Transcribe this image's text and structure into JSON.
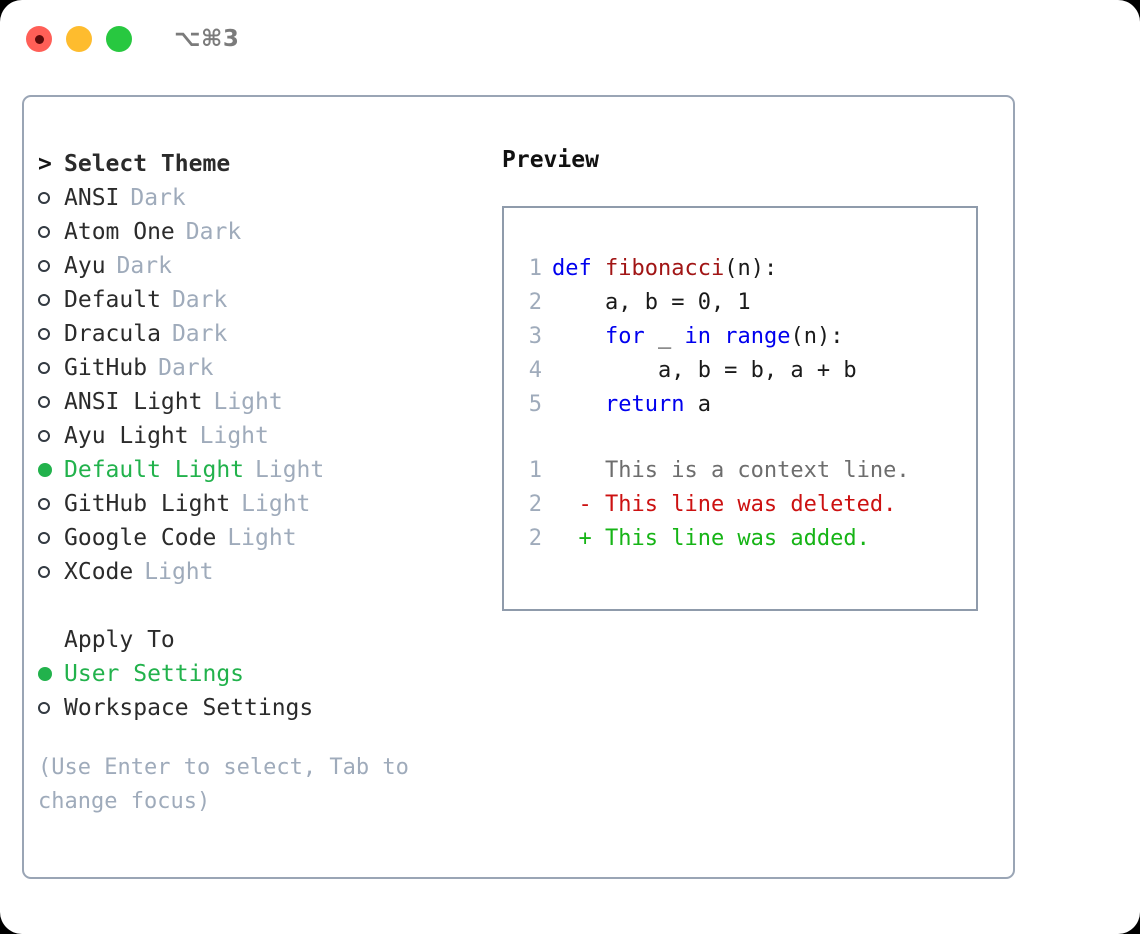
{
  "titlebar": {
    "title": "⌥⌘3",
    "buttons": [
      {
        "name": "close",
        "color": "#ff5f57"
      },
      {
        "name": "minimize",
        "color": "#febc2e"
      },
      {
        "name": "maximize",
        "color": "#28c840"
      }
    ]
  },
  "theme_picker": {
    "header": "Select Theme",
    "caret": ">",
    "items": [
      {
        "label": "ANSI",
        "badge": "Dark",
        "selected": false
      },
      {
        "label": "Atom One",
        "badge": "Dark",
        "selected": false
      },
      {
        "label": "Ayu",
        "badge": "Dark",
        "selected": false
      },
      {
        "label": "Default",
        "badge": "Dark",
        "selected": false
      },
      {
        "label": "Dracula",
        "badge": "Dark",
        "selected": false
      },
      {
        "label": "GitHub",
        "badge": "Dark",
        "selected": false
      },
      {
        "label": "ANSI Light",
        "badge": "Light",
        "selected": false
      },
      {
        "label": "Ayu Light",
        "badge": "Light",
        "selected": false
      },
      {
        "label": "Default Light",
        "badge": "Light",
        "selected": true
      },
      {
        "label": "GitHub Light",
        "badge": "Light",
        "selected": false
      },
      {
        "label": "Google Code",
        "badge": "Light",
        "selected": false
      },
      {
        "label": "XCode",
        "badge": "Light",
        "selected": false
      }
    ]
  },
  "apply_to": {
    "header": "Apply To",
    "items": [
      {
        "label": "User Settings",
        "selected": true
      },
      {
        "label": "Workspace Settings",
        "selected": false
      }
    ]
  },
  "hint": "(Use Enter to select, Tab to change focus)",
  "preview": {
    "title": "Preview",
    "code_lines": [
      {
        "num": "1",
        "tokens": [
          {
            "t": "def ",
            "k": "kw"
          },
          {
            "t": "fibonacci",
            "k": "fn"
          },
          {
            "t": "(n):",
            "k": "pl"
          }
        ]
      },
      {
        "num": "2",
        "tokens": [
          {
            "t": "    a, b = 0, 1",
            "k": "pl"
          }
        ]
      },
      {
        "num": "3",
        "tokens": [
          {
            "t": "    ",
            "k": "pl"
          },
          {
            "t": "for",
            "k": "kw"
          },
          {
            "t": " _ ",
            "k": "pl"
          },
          {
            "t": "in",
            "k": "kw"
          },
          {
            "t": " ",
            "k": "pl"
          },
          {
            "t": "range",
            "k": "kw"
          },
          {
            "t": "(n):",
            "k": "pl"
          }
        ]
      },
      {
        "num": "4",
        "tokens": [
          {
            "t": "        a, b = b, a + b",
            "k": "pl"
          }
        ]
      },
      {
        "num": "5",
        "tokens": [
          {
            "t": "    ",
            "k": "pl"
          },
          {
            "t": "return",
            "k": "kw"
          },
          {
            "t": " a",
            "k": "pl"
          }
        ]
      }
    ],
    "diff_lines": [
      {
        "num": "1",
        "sign": " ",
        "text": "This is a context line.",
        "kind": "ctx"
      },
      {
        "num": "2",
        "sign": "-",
        "text": "This line was deleted.",
        "kind": "del"
      },
      {
        "num": "2",
        "sign": "+",
        "text": "This line was added.",
        "kind": "add"
      }
    ]
  },
  "colors": {
    "accent_green": "#22b24c",
    "muted": "#9fabbb",
    "keyword_blue": "#0000ee",
    "function_red": "#a11515",
    "diff_add": "#16b416",
    "diff_del": "#cc1111",
    "border": "#9aa5b5"
  }
}
